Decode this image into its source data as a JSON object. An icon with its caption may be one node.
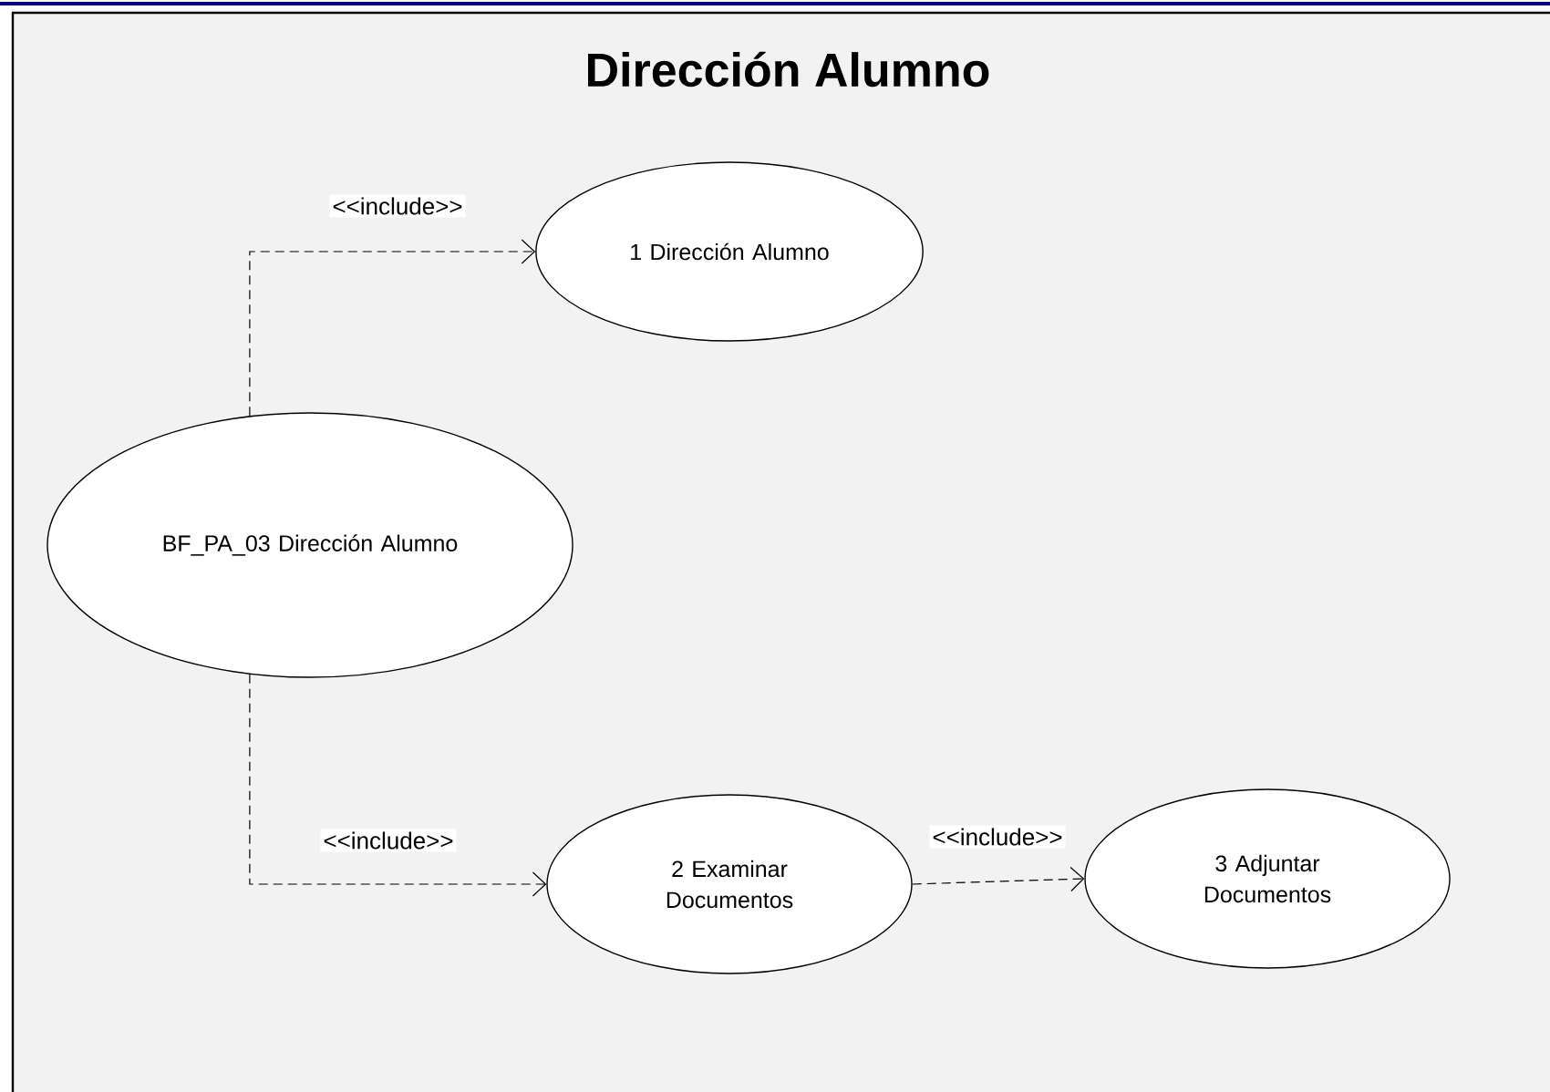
{
  "diagram": {
    "title": "Dirección Alumno",
    "nodes": [
      {
        "text": [
          "1 Dirección Alumno"
        ]
      },
      {
        "text": [
          "BF_PA_03 Dirección Alumno"
        ]
      },
      {
        "text": [
          "2 Examinar Documentos"
        ]
      },
      {
        "text": [
          "3 Adjuntar Documentos"
        ]
      }
    ],
    "edges": [
      {
        "from": 1,
        "to": 0,
        "arrow": "to",
        "label": "<<include>>",
        "style": "dashed"
      },
      {
        "from": 1,
        "to": 2,
        "arrow": "to",
        "label": "<<include>>",
        "style": "dashed"
      },
      {
        "from": 2,
        "to": 3,
        "arrow": "to",
        "label": "<<include>>",
        "style": "dashed"
      }
    ]
  }
}
